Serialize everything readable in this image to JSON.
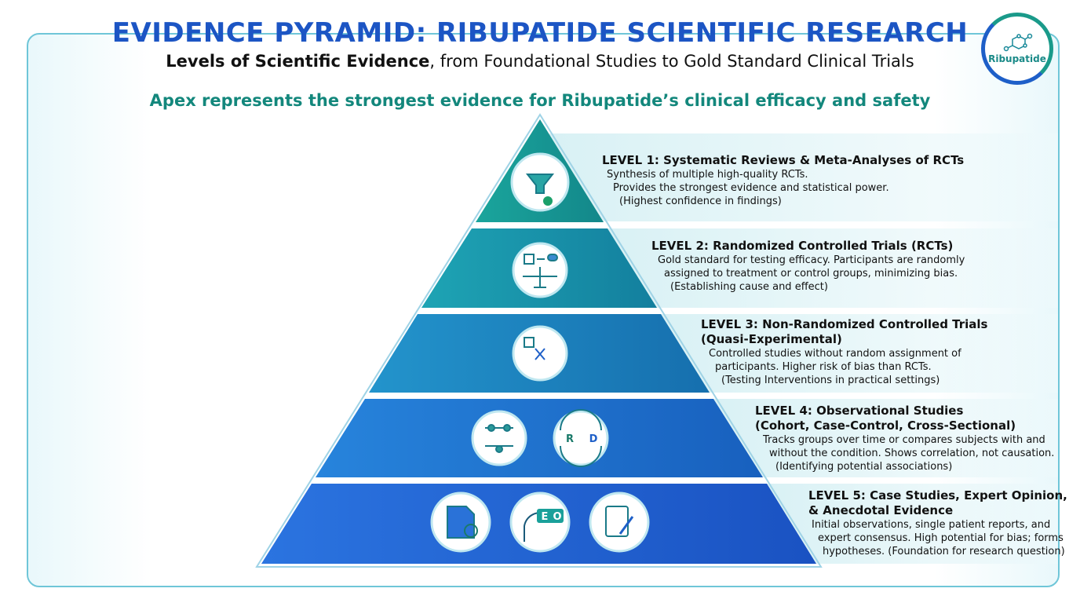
{
  "header": {
    "title": "EVIDENCE PYRAMID: RIBUPATIDE SCIENTIFIC RESEARCH",
    "subtitle_bold": "Levels of Scientific Evidence",
    "subtitle_rest": ", from Foundational Studies to Gold Standard Clinical Trials",
    "tagline": "Apex represents the strongest evidence for Ribupatide’s clinical efficacy and safety"
  },
  "logo": {
    "text": "Ribupatide",
    "icon": "molecule-icon"
  },
  "colors": {
    "title": "#1c55c4",
    "tagline": "#13877c",
    "tier1": "#1a9c98",
    "tier2": "#1a98ae",
    "tier3": "#1d86c4",
    "tier4": "#1f74d2",
    "tier5": "#2464d8"
  },
  "levels": [
    {
      "title": "LEVEL 1: Systematic Reviews & Meta-Analyses of RCTs",
      "lines": [
        "Synthesis of multiple high-quality RCTs.",
        "Provides the strongest evidence and statistical power.",
        "(Highest confidence in findings)"
      ]
    },
    {
      "title": "LEVEL 2: Randomized Controlled Trials (RCTs)",
      "lines": [
        "Gold standard for testing efficacy. Participants are randomly",
        "assigned to treatment or control groups, minimizing bias.",
        "(Establishing cause and effect)"
      ]
    },
    {
      "title": "LEVEL 3: Non-Randomized Controlled Trials",
      "title2": "(Quasi-Experimental)",
      "lines": [
        "Controlled studies without random assignment of",
        "participants. Higher risk of bias than RCTs.",
        "(Testing Interventions in practical settings)"
      ]
    },
    {
      "title": "LEVEL 4: Observational Studies",
      "title2": "(Cohort, Case-Control, Cross-Sectional)",
      "lines": [
        "Tracks groups over time or compares subjects with and",
        "without the condition. Shows correlation, not causation.",
        "(Identifying potential associations)"
      ]
    },
    {
      "title": "LEVEL 5: Case Studies, Expert Opinion,",
      "title2": "& Anecdotal Evidence",
      "lines": [
        "Initial observations, single patient reports, and",
        "expert consensus. High potential for bias; forms",
        "hypotheses. (Foundation for research question)"
      ]
    }
  ],
  "icons": {
    "l4_left": "R",
    "l4_right": "D",
    "l5_e": "E",
    "l5_o": "O"
  }
}
